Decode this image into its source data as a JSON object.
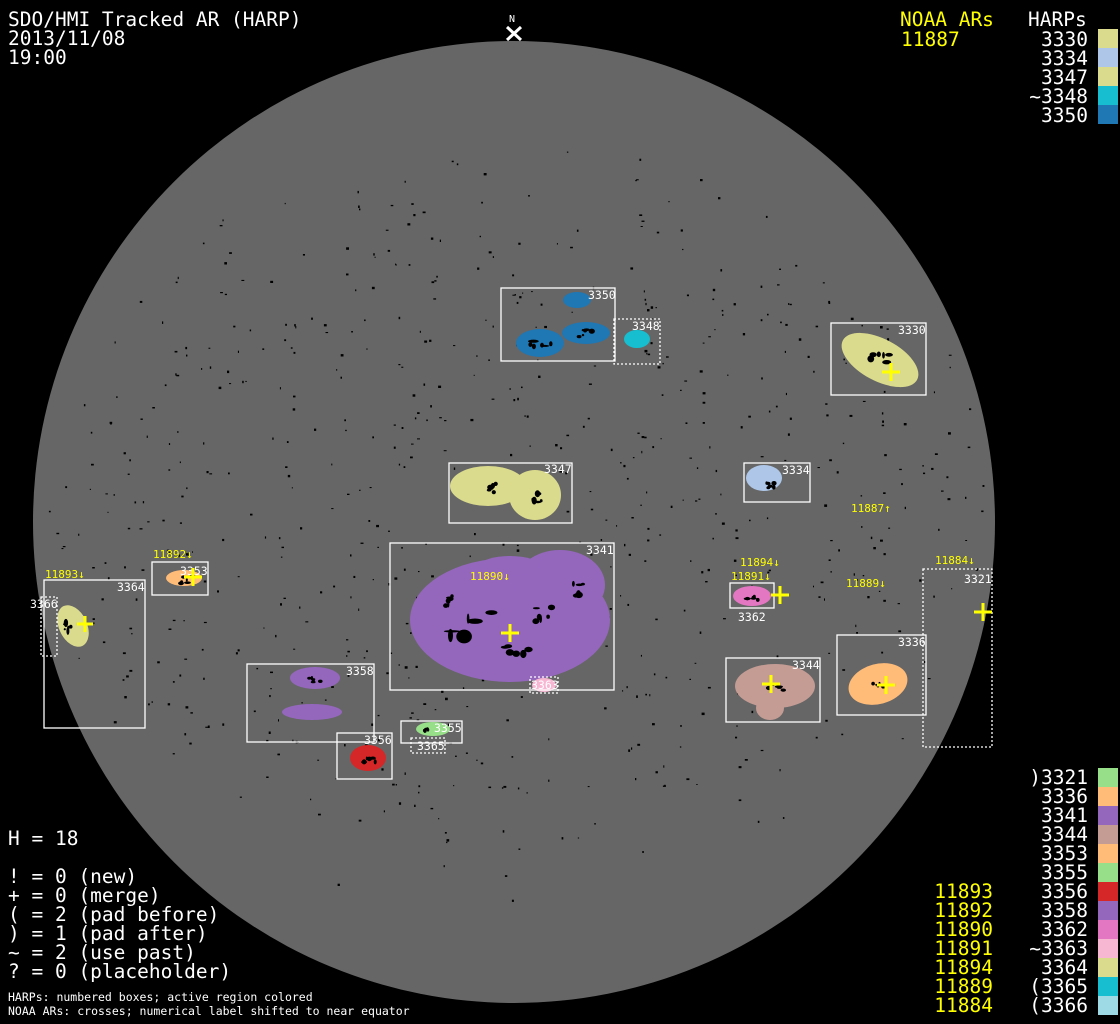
{
  "header": {
    "title": "SDO/HMI Tracked AR (HARP)",
    "date": "2013/11/08",
    "time": "19:00",
    "north": "N"
  },
  "legend_top": {
    "noaa_header": "NOAA ARs",
    "harps_header": "HARPs",
    "noaa": [
      "11887"
    ],
    "harps": [
      {
        "label": "3330",
        "color": "#dbdb8d"
      },
      {
        "label": "3334",
        "color": "#aec7e8"
      },
      {
        "label": "3347",
        "color": "#dbdb8d"
      },
      {
        "label": "~3348",
        "color": "#17becf"
      },
      {
        "label": "3350",
        "color": "#1f77b4"
      }
    ]
  },
  "legend_bottom": [
    {
      "noaa": "",
      "harp": ")3321",
      "color": "#98df8a"
    },
    {
      "noaa": "",
      "harp": "3336",
      "color": "#ffbb78"
    },
    {
      "noaa": "",
      "harp": "3341",
      "color": "#9467bd"
    },
    {
      "noaa": "",
      "harp": "3344",
      "color": "#c49c94"
    },
    {
      "noaa": "",
      "harp": "3353",
      "color": "#ffbb78"
    },
    {
      "noaa": "",
      "harp": "3355",
      "color": "#98df8a"
    },
    {
      "noaa": "11893",
      "harp": "3356",
      "color": "#d62728"
    },
    {
      "noaa": "11892",
      "harp": "3358",
      "color": "#9467bd"
    },
    {
      "noaa": "11890",
      "harp": "3362",
      "color": "#e377c2"
    },
    {
      "noaa": "11891",
      "harp": "~3363",
      "color": "#f7b6d2"
    },
    {
      "noaa": "11894",
      "harp": "3364",
      "color": "#dbdb8d"
    },
    {
      "noaa": "11889",
      "harp": "(3365",
      "color": "#17becf"
    },
    {
      "noaa": "11884",
      "harp": "(3366",
      "color": "#9edae5"
    }
  ],
  "stats": {
    "h": "H = 18",
    "lines": [
      "! = 0 (new)",
      "+ = 0 (merge)",
      "( = 2 (pad before)",
      ") = 1 (pad after)",
      "~ = 2 (use past)",
      "? = 0 (placeholder)"
    ]
  },
  "footnotes": [
    "HARPs: numbered boxes; active region colored",
    "NOAA ARs: crosses; numerical label shifted to near equator"
  ],
  "map": {
    "disk_color": "#666666",
    "harp_labels": {
      "h3350": "3350",
      "h3348": "3348",
      "h3330": "3330",
      "h3347": "3347",
      "h3334": "3334",
      "h3341": "3341",
      "h3353": "3353",
      "h3364": "3364",
      "h3366": "3366",
      "h3362": "3362",
      "h3321": "3321",
      "h3358": "3358",
      "h3363": "3363",
      "h3344": "3344",
      "h3336": "3336",
      "h3355": "3355",
      "h3365": "3365",
      "h3356": "3356"
    },
    "noaa_labels": {
      "n11887": "11887↑",
      "n11890": "11890↓",
      "n11892": "11892↓",
      "n11893": "11893↓",
      "n11894": "11894↓",
      "n11891": "11891↓",
      "n11889": "11889↓",
      "n11884": "11884↓"
    }
  }
}
